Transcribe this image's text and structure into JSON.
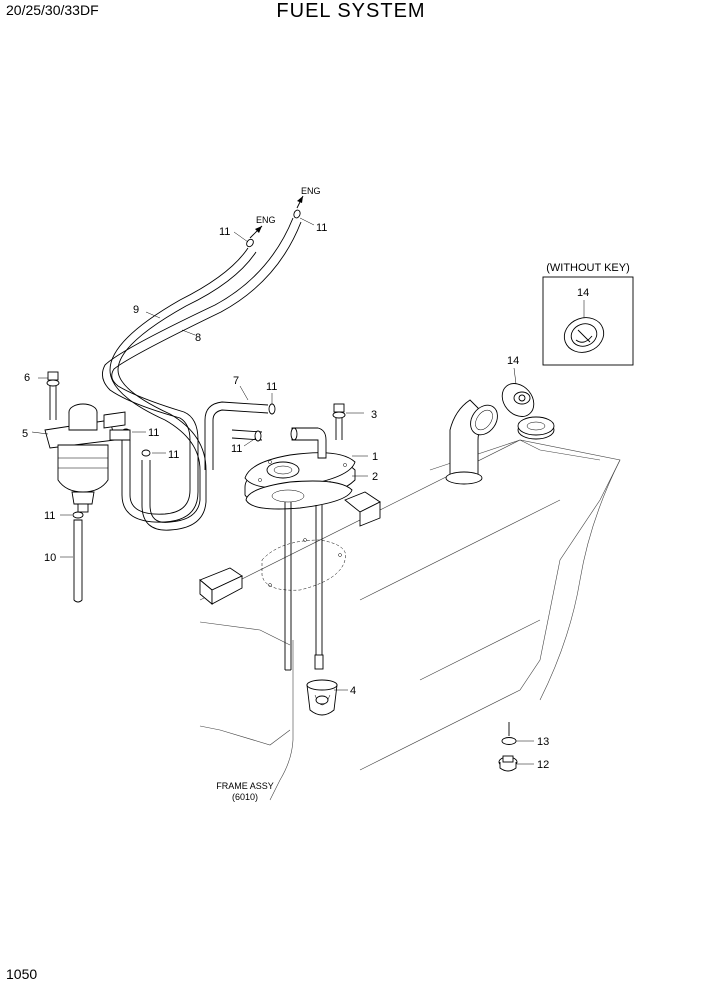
{
  "header": {
    "model": "20/25/30/33DF",
    "title": "FUEL SYSTEM"
  },
  "page_number": "1050",
  "inset": {
    "caption": "(WITHOUT KEY)"
  },
  "notes": {
    "frame_name": "FRAME ASSY",
    "frame_code": "(6010)",
    "eng_1": "ENG",
    "eng_2": "ENG"
  },
  "callouts": {
    "c1": "1",
    "c2": "2",
    "c3": "3",
    "c4": "4",
    "c5": "5",
    "c6": "6",
    "c7": "7",
    "c8": "8",
    "c9": "9",
    "c10": "10",
    "c11a": "11",
    "c11b": "11",
    "c11c": "11",
    "c11d": "11",
    "c11e": "11",
    "c11f": "11",
    "c11g": "11",
    "c12": "12",
    "c13": "13",
    "c14a": "14",
    "c14b": "14"
  }
}
